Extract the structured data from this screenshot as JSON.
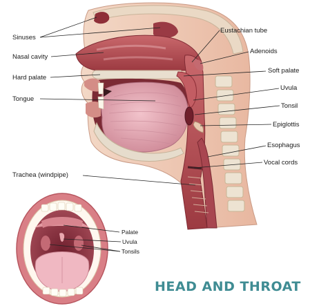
{
  "colors": {
    "title": "#3f8c93",
    "tissue": "#b5555c",
    "tissue_dark": "#8e2f38",
    "bone": "#e6dccc",
    "skin": "#efc9b2"
  },
  "labels": {
    "sinuses": "Sinuses",
    "nasal_cavity": "Nasal cavity",
    "hard_palate": "Hard palate",
    "tongue": "Tongue",
    "trachea": "Trachea (windpipe)",
    "eustachian_tube": "Eustachian tube",
    "adenoids": "Adenoids",
    "soft_palate": "Soft palate",
    "uvula": "Uvula",
    "tonsil": "Tonsil",
    "epiglottis": "Epiglottis",
    "esophagus": "Esophagus",
    "vocal_cords": "Vocal cords"
  },
  "mouth_labels": {
    "palate": "Palate",
    "uvula": "Uvula",
    "tonsils": "Tonsils"
  },
  "title": "HEAD AND THROAT"
}
